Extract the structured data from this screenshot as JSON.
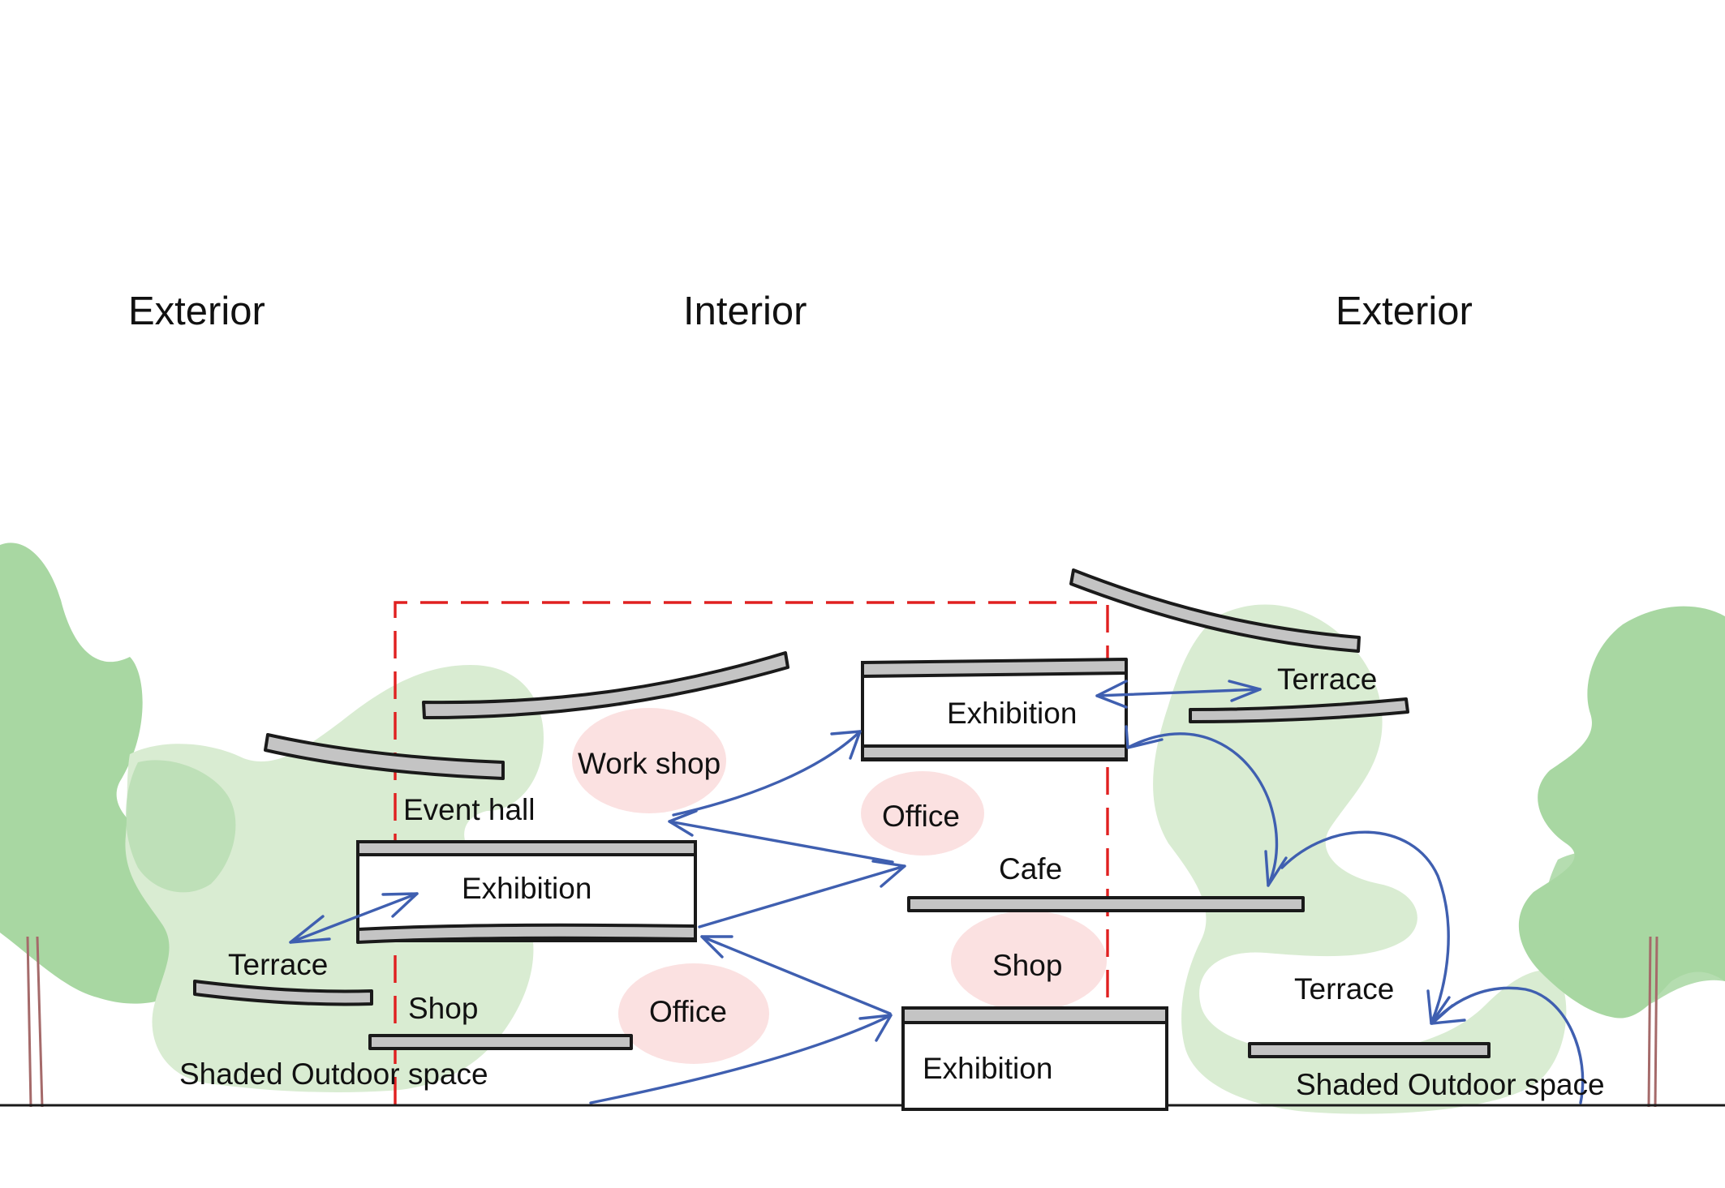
{
  "zones": {
    "left": "Exterior",
    "center": "Interior",
    "right": "Exterior"
  },
  "rooms": {
    "work_shop": "Work shop",
    "event_hall": "Event hall",
    "exhibition_left": "Exhibition",
    "terrace_left": "Terrace",
    "shop_left": "Shop",
    "shaded_left": "Shaded Outdoor space",
    "office_left": "Office",
    "exhibition_top": "Exhibition",
    "office_center": "Office",
    "cafe": "Cafe",
    "shop_center": "Shop",
    "exhibition_bottom": "Exhibition",
    "terrace_right_top": "Terrace",
    "terrace_right_bottom": "Terrace",
    "shaded_right": "Shaded Outdoor space"
  },
  "colors": {
    "tree_dark": "#a8d7a2",
    "tree_light": "#d9ecd2",
    "blob_pink": "#fbe1e1",
    "slab_fill": "#c4c4c4",
    "outline": "#1a1a1a",
    "arrow": "#3f5fb0",
    "interior_boundary": "#e02020",
    "trunk": "#a56a6a"
  }
}
